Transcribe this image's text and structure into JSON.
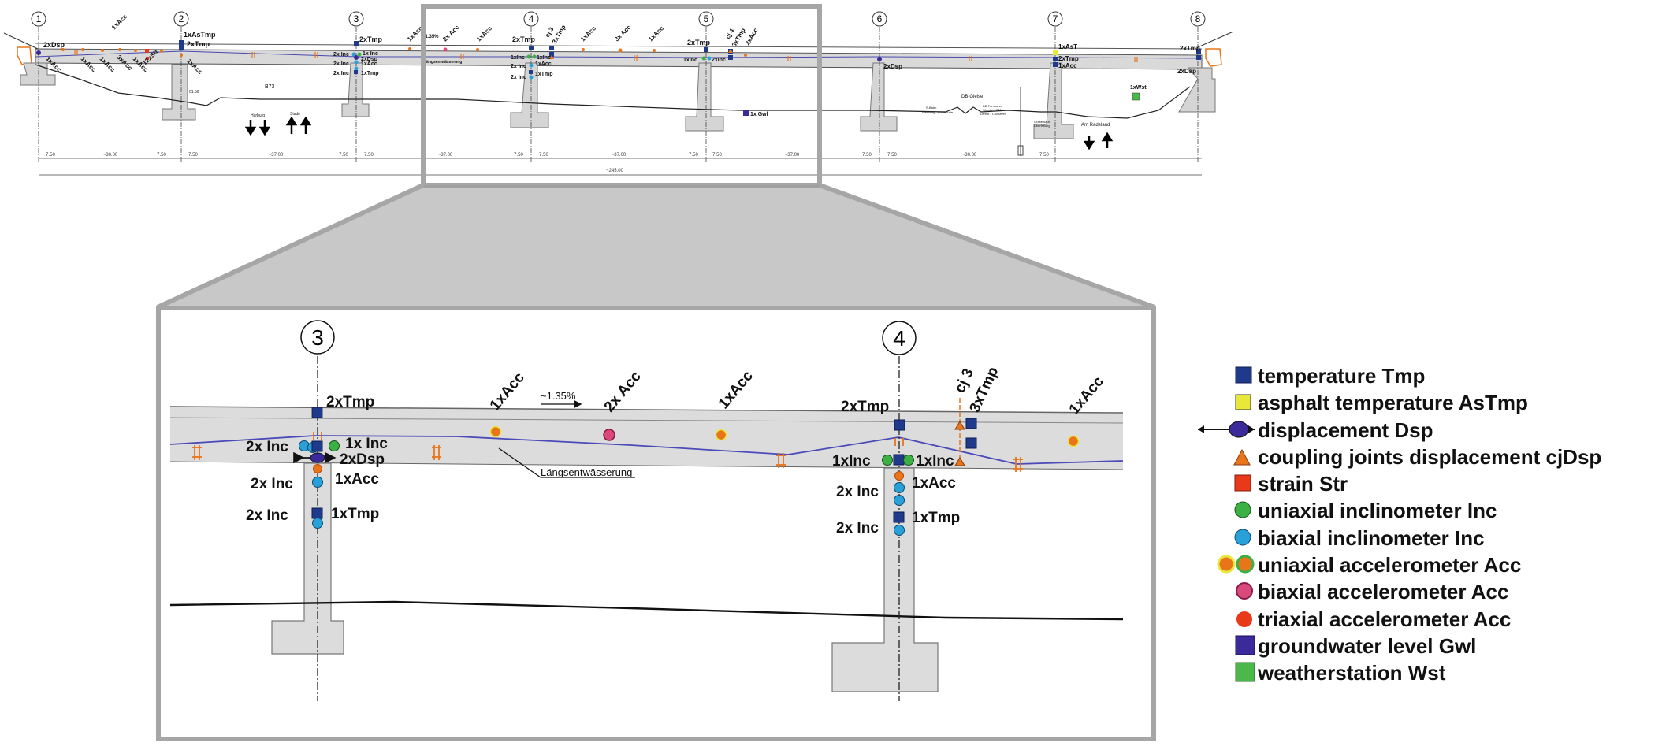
{
  "overview": {
    "axes": [
      "1",
      "2",
      "3",
      "4",
      "5",
      "6",
      "7",
      "8"
    ],
    "texts": {
      "ax1_dsp": "2xDsp",
      "ax1_acc": "1xAcc",
      "ax2_astmp": "1xAsTmp",
      "ax2_tmp": "2xTmp",
      "ax2_acc": "1xAcc",
      "span1_acc_a": "1xAcc",
      "span1_acc_b": "1xAcc",
      "span1_acc_c": "1xAcc",
      "span1_acc_d": "3xAcc",
      "span1_acc_e": "1xAcc",
      "span1_str": "12xStr",
      "ax3_tmp": "2xTmp",
      "ax3_inc_r": "1x Inc",
      "ax3_inc_l": "2x Inc",
      "ax3_dsp": "2xDsp",
      "ax3_inc_l2": "2x Inc",
      "ax3_acc": "1xAcc",
      "ax3_inc_l3": "2x Inc",
      "ax3_tmp2": "1xTmp",
      "span2_acc_a": "1xAcc",
      "span2_acc_b": "2x Acc",
      "span2_acc_c": "1xAcc",
      "span2_slope": "~1.35%",
      "span2_drain": "Längsentwässerung",
      "ax4_tmp": "2xTmp",
      "ax4_cj": "cj 3",
      "ax4_tmp3": "3xTmp",
      "ax4_inc_l": "1xInc",
      "ax4_inc_r": "1xInc",
      "ax4_inc_l2": "2x Inc",
      "ax4_acc": "1xAcc",
      "ax4_inc_l3": "2x Inc",
      "ax4_tmp2": "1xTmp",
      "span3_acc_a": "1xAcc",
      "span3_acc_b": "3x Acc",
      "span3_acc_c": "1xAcc",
      "ax5_tmp": "2xTmp",
      "ax5_cj": "cj 4",
      "ax5_tmp3": "3xTmp",
      "ax5_acc": "2xAcc",
      "ax5_inc_l": "1xInc",
      "ax5_inc_r": "2xInc",
      "ax6_dsp": "2xDsp",
      "ax7_ast": "1xAsT",
      "ax7_tmp": "2xTmp",
      "ax7_acc": "1xAcc",
      "ax8_tmp": "2xTmp",
      "ax8_dsp": "2xDsp",
      "road_b73": "B73",
      "dir_harburg": "Harburg",
      "dir_stade": "Stade",
      "gwl": "1x Gwl",
      "db_gleise": "DB-Gleise",
      "sbahn": "S-Bahn",
      "sbahn2": "Hamburg - Buxtehude",
      "db_fern": "DB Fernbahn",
      "db_fern2": "Strecke 1720",
      "db_fern3": "Lehrte - Cuxhaven",
      "graben": "Grabenlauf",
      "graben2": "Überleitung",
      "am_radeland": "Am Radeland",
      "wst": "1xWst",
      "ax2_height": "01.50"
    },
    "dims_row1": [
      "7.50",
      "~30.00",
      "7.50",
      "7.50",
      "~37.00",
      "7.50",
      "7.50",
      "~37.00",
      "7.50",
      "7.50",
      "~37.00",
      "7.50",
      "7.50",
      "~37.00",
      "7.50",
      "7.50",
      "~30.00",
      "7.50"
    ],
    "dims_total": "~245.00"
  },
  "zoom": {
    "axis3": "3",
    "axis4": "4",
    "texts": {
      "tmp3": "2xTmp",
      "inc3_l": "2x Inc",
      "inc3_r": "1x Inc",
      "dsp3": "2xDsp",
      "inc3_l2": "2x Inc",
      "acc3": "1xAcc",
      "inc3_l3": "2x Inc",
      "tmp3b": "1xTmp",
      "acc_a": "1xAcc",
      "acc_b": "2x Acc",
      "acc_c": "1xAcc",
      "slope": "~1.35%",
      "drain": "Längsentwässerung",
      "tmp4": "2xTmp",
      "cj3": "cj 3",
      "tmp4b": "3xTmp",
      "acc_d": "1xAcc",
      "inc4_l": "1xInc",
      "inc4_r": "1xInc",
      "inc4_l2": "2x Inc",
      "acc4": "1xAcc",
      "inc4_l3": "2x Inc",
      "tmp4c": "1xTmp"
    }
  },
  "legend": [
    {
      "icon": "square-navy-icon",
      "label": "temperature Tmp"
    },
    {
      "icon": "square-yellow-icon",
      "label": "asphalt temperature AsTmp"
    },
    {
      "icon": "displacement-arrow-icon",
      "label": "displacement Dsp"
    },
    {
      "icon": "triangle-orange-icon",
      "label": "coupling joints displacement cjDsp"
    },
    {
      "icon": "square-red-icon",
      "label": "strain Str"
    },
    {
      "icon": "circle-green-icon",
      "label": "uniaxial inclinometer Inc"
    },
    {
      "icon": "circle-blue-icon",
      "label": "biaxial inclinometer Inc"
    },
    {
      "icon": "double-circle-icon",
      "label": "uniaxial accelerometer Acc"
    },
    {
      "icon": "circle-pink-icon",
      "label": "biaxial accelerometer Acc"
    },
    {
      "icon": "circle-red-icon",
      "label": "triaxial accelerometer Acc"
    },
    {
      "icon": "square-purple-icon",
      "label": "groundwater level Gwl"
    },
    {
      "icon": "square-green-icon",
      "label": "weatherstation Wst"
    }
  ],
  "colors": {
    "navy": "#1f3a8a",
    "yellow": "#e8e83a",
    "orange": "#e8751a",
    "red": "#e83a1a",
    "green": "#3cb043",
    "blue": "#2aa0d8",
    "pink": "#d94a7a",
    "purple": "#3a2a9a",
    "wst_green": "#4cb84c",
    "deck": "#dcdcdc",
    "frame": "#a6a6a6"
  }
}
